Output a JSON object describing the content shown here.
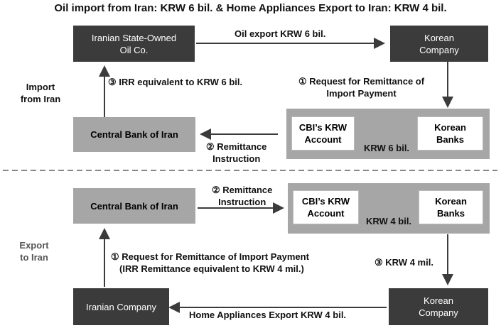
{
  "title": "Oil import from Iran: KRW 6 bil. & Home Appliances Export to Iran: KRW 4 bil.",
  "import": {
    "side_label_line1": "Import",
    "side_label_line2": "from Iran",
    "iran_oil_line1": "Iranian State-Owned",
    "iran_oil_line2": "Oil Co.",
    "korean_company_line1": "Korean",
    "korean_company_line2": "Company",
    "central_bank": "Central Bank of Iran",
    "cbi_account_line1": "CBI’s KRW",
    "cbi_account_line2": "Account",
    "korean_banks_line1": "Korean",
    "korean_banks_line2": "Banks",
    "arrow_oil_export": "Oil export KRW 6 bil.",
    "arrow_request_line1": "① Request for Remittance of",
    "arrow_request_line2": "Import Payment",
    "arrow_krw": "KRW 6 bil.",
    "arrow_remit_line1": "② Remittance",
    "arrow_remit_line2": "Instruction",
    "arrow_irr": "③ IRR equivalent to KRW 6 bil."
  },
  "export": {
    "side_label_line1": "Export",
    "side_label_line2": "to Iran",
    "central_bank": "Central Bank of Iran",
    "cbi_account_line1": "CBI’s KRW",
    "cbi_account_line2": "Account",
    "korean_banks_line1": "Korean",
    "korean_banks_line2": "Banks",
    "iranian_company": "Iranian Company",
    "korean_company_line1": "Korean",
    "korean_company_line2": "Company",
    "arrow_remit_line1": "② Remittance",
    "arrow_remit_line2": "Instruction",
    "arrow_krw": "KRW 4 bil.",
    "arrow_krw_mil": "③ KRW 4 mil.",
    "arrow_request_line1": "① Request for Remittance of Import Payment",
    "arrow_request_line2": "(IRR Remittance equivalent to KRW 4 mil.)",
    "arrow_home_export": "Home Appliances Export KRW 4 bil."
  }
}
